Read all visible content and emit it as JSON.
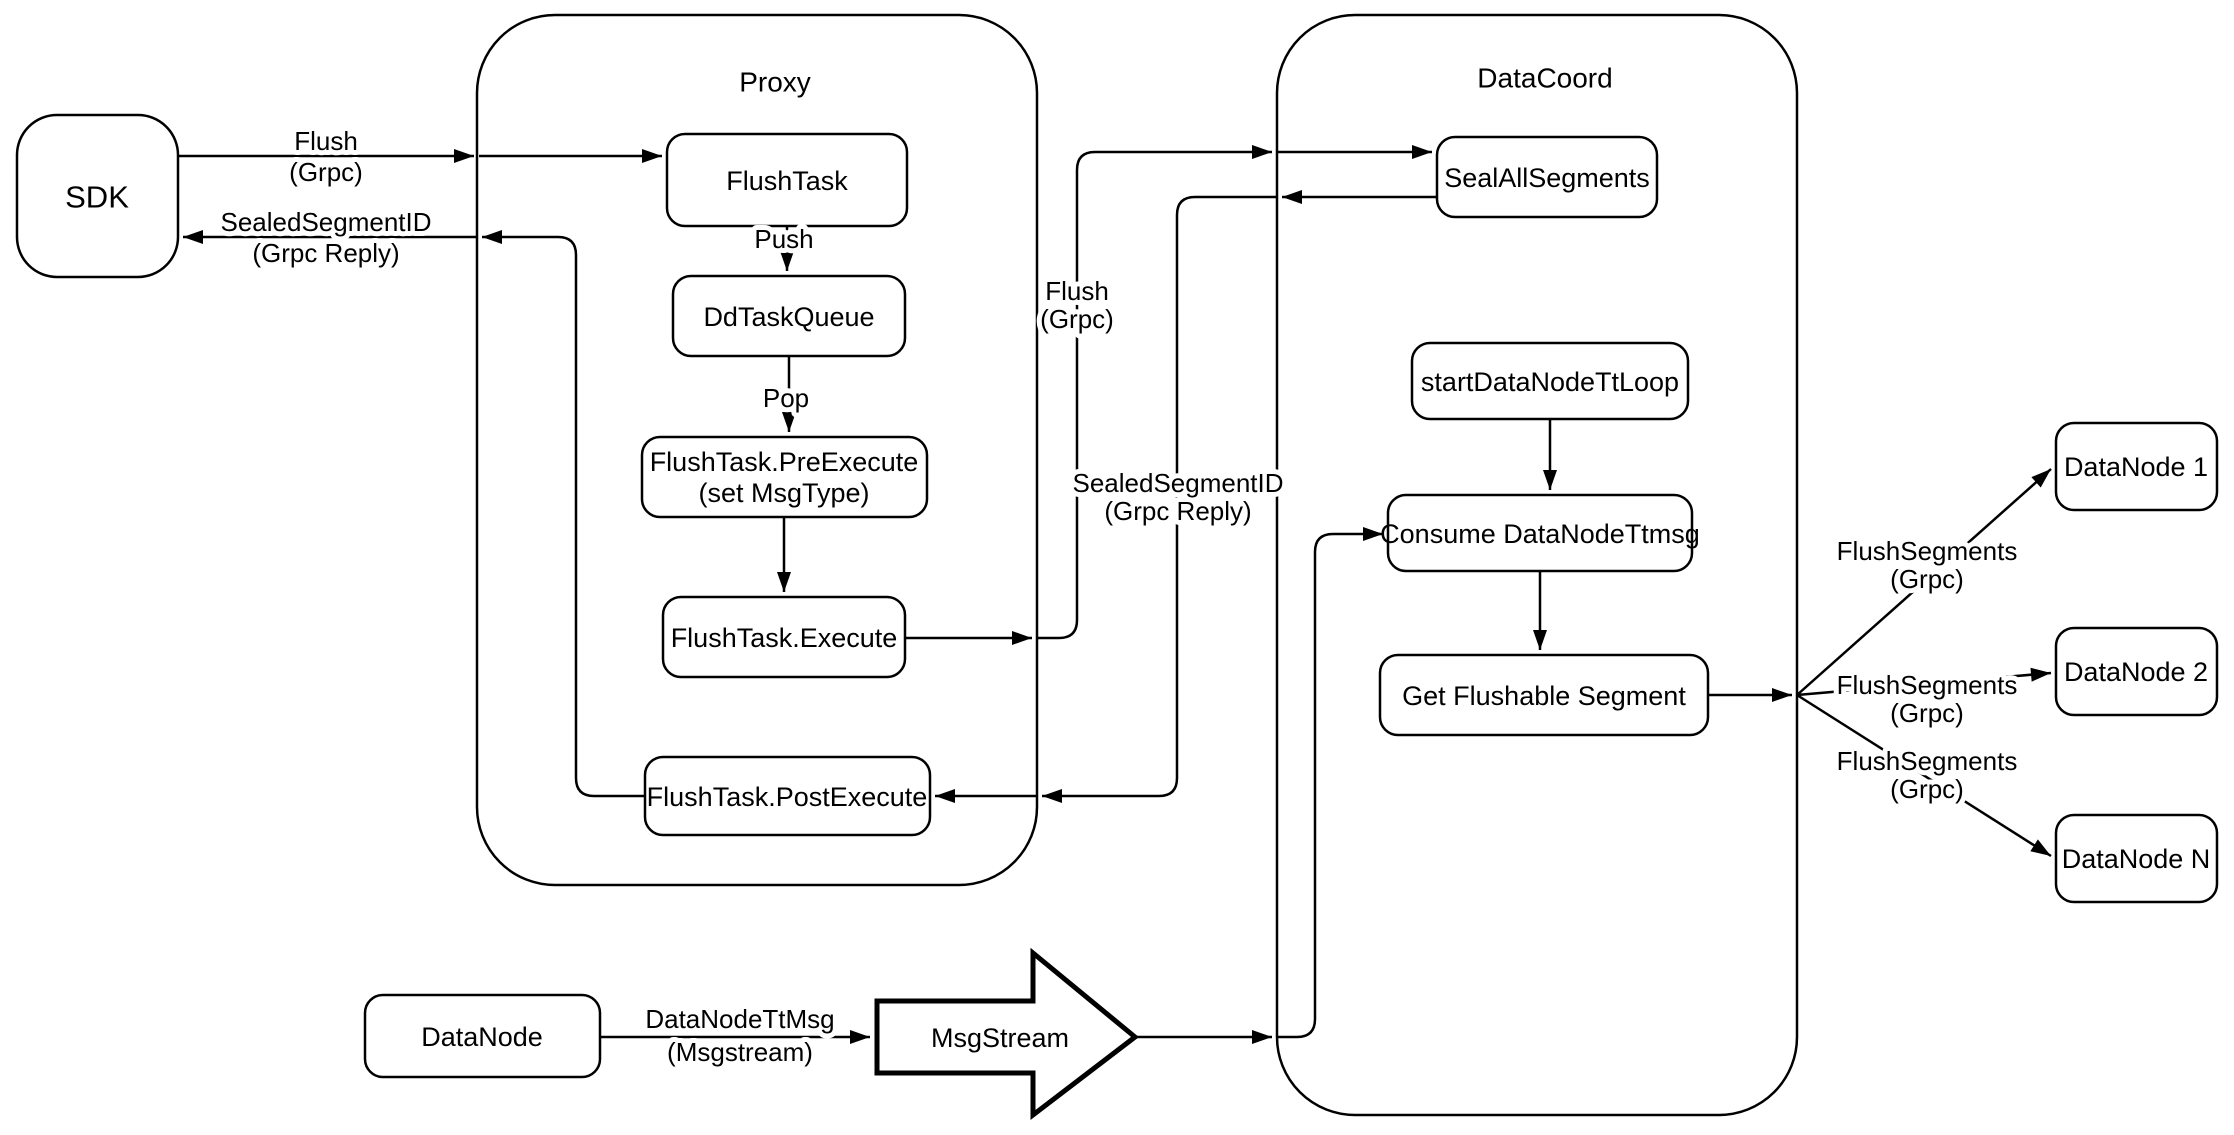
{
  "diagram": {
    "background_color": "#ffffff",
    "stroke_color": "#000000",
    "node_fill_color": "#ffffff",
    "containers": {
      "proxy": {
        "label": "Proxy"
      },
      "datacoord": {
        "label": "DataCoord"
      }
    },
    "nodes": {
      "sdk": {
        "label": "SDK"
      },
      "flush_task": {
        "label": "FlushTask"
      },
      "dd_task_queue": {
        "label": "DdTaskQueue"
      },
      "pre_execute": {
        "line1": "FlushTask.PreExecute",
        "line2": "(set MsgType)"
      },
      "execute": {
        "label": "FlushTask.Execute"
      },
      "post_execute": {
        "label": "FlushTask.PostExecute"
      },
      "seal_all_segments": {
        "label": "SealAllSegments"
      },
      "start_datanode_tt_loop": {
        "label": "startDataNodeTtLoop"
      },
      "consume_datanode_ttmsg": {
        "label": "Consume DataNodeTtmsg"
      },
      "get_flushable_segment": {
        "label": "Get Flushable Segment"
      },
      "datanode_1": {
        "label": "DataNode 1"
      },
      "datanode_2": {
        "label": "DataNode 2"
      },
      "datanode_n": {
        "label": "DataNode N"
      },
      "datanode_source": {
        "label": "DataNode"
      },
      "msgstream": {
        "label": "MsgStream"
      }
    },
    "edge_labels": {
      "flush_grpc_sdk": {
        "line1": "Flush",
        "line2": "(Grpc)"
      },
      "sealed_segment_id_sdk": {
        "line1": "SealedSegmentID",
        "line2": "(Grpc Reply)"
      },
      "push": {
        "label": "Push"
      },
      "pop": {
        "label": "Pop"
      },
      "flush_grpc_mid": {
        "line1": "Flush",
        "line2": "(Grpc)"
      },
      "sealed_segment_id_mid": {
        "line1": "SealedSegmentID",
        "line2": "(Grpc Reply)"
      },
      "flush_segments_1": {
        "line1": "FlushSegments",
        "line2": "(Grpc)"
      },
      "flush_segments_2": {
        "line1": "FlushSegments",
        "line2": "(Grpc)"
      },
      "flush_segments_3": {
        "line1": "FlushSegments",
        "line2": "(Grpc)"
      },
      "datanode_tt_msg": {
        "line1": "DataNodeTtMsg",
        "line2": "(Msgstream)"
      }
    }
  }
}
